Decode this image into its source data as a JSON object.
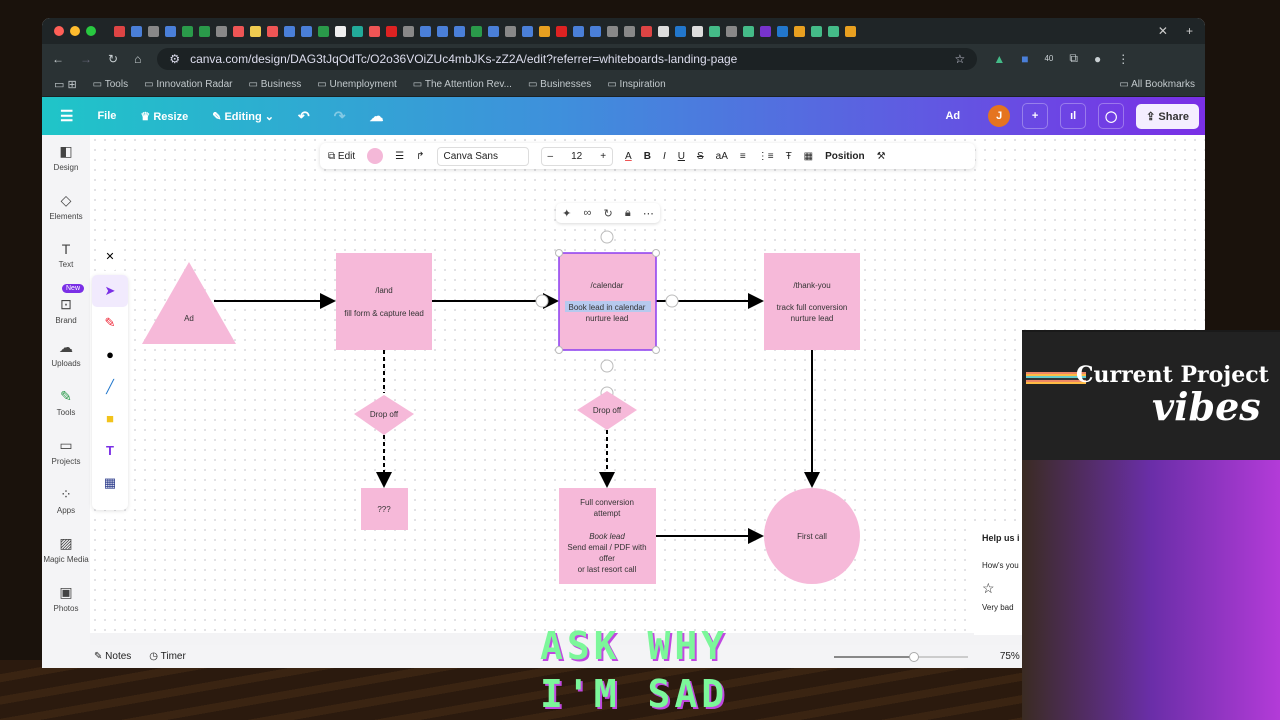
{
  "browser": {
    "url": "canva.com/design/DAG3tJqOdTc/O2o36VOiZUc4mbJKs-zZ2A/edit?referrer=whiteboards-landing-page",
    "bookmarks": [
      "Tools",
      "Innovation Radar",
      "Business",
      "Unemployment",
      "The Attention Rev...",
      "Businesses",
      "Inspiration"
    ],
    "all_bookmarks": "All Bookmarks",
    "ext_badge": "40"
  },
  "topbar": {
    "file": "File",
    "resize": "Resize",
    "editing": "Editing",
    "ad": "Ad",
    "avatar": "J",
    "share": "Share"
  },
  "toolbar": {
    "edit": "Edit",
    "font": "Canva Sans",
    "minus": "–",
    "size": "12",
    "plus": "+",
    "bold": "B",
    "italic": "I",
    "underline": "U",
    "strike": "S",
    "case": "aA",
    "position": "Position",
    "fill_color": "#f4b8d8"
  },
  "sidebar": [
    {
      "icon": "layout-icon",
      "label": "Design"
    },
    {
      "icon": "elements-icon",
      "label": "Elements"
    },
    {
      "icon": "text-icon",
      "label": "Text"
    },
    {
      "icon": "brand-icon",
      "label": "Brand",
      "badge": "New"
    },
    {
      "icon": "uploads-icon",
      "label": "Uploads"
    },
    {
      "icon": "tools-icon",
      "label": "Tools"
    },
    {
      "icon": "projects-icon",
      "label": "Projects"
    },
    {
      "icon": "apps-icon",
      "label": "Apps"
    },
    {
      "icon": "magic-media-icon",
      "label": "Magic Media"
    },
    {
      "icon": "photos-icon",
      "label": "Photos"
    }
  ],
  "flow": {
    "ad": "Ad",
    "land_title": "/land",
    "land_sub": "fill form & capture lead",
    "cal_title": "/calendar",
    "cal_sel": "Book lead in calendar",
    "cal_sub": "nurture lead",
    "ty_title": "/thank-you",
    "ty_sub1": "track full conversion",
    "ty_sub2": "nurture lead",
    "drop1": "Drop off",
    "drop2": "Drop off",
    "unknown": "???",
    "full1": "Full conversion",
    "full2": "attempt",
    "full3": "Book lead",
    "full4": "Send email / PDF with",
    "full5": "offer",
    "full6": "or last resort call",
    "first_call": "First call"
  },
  "bottom": {
    "notes": "Notes",
    "timer": "Timer",
    "zoom": "75%",
    "zoom_fraction": 0.6
  },
  "feedback": {
    "title": "Help us i",
    "question": "How's you",
    "rating": "Very bad"
  },
  "overlay": {
    "line1": "Current Project",
    "line2": "vibes",
    "sad1": "ASK WHY",
    "sad2": "I'M SAD"
  }
}
